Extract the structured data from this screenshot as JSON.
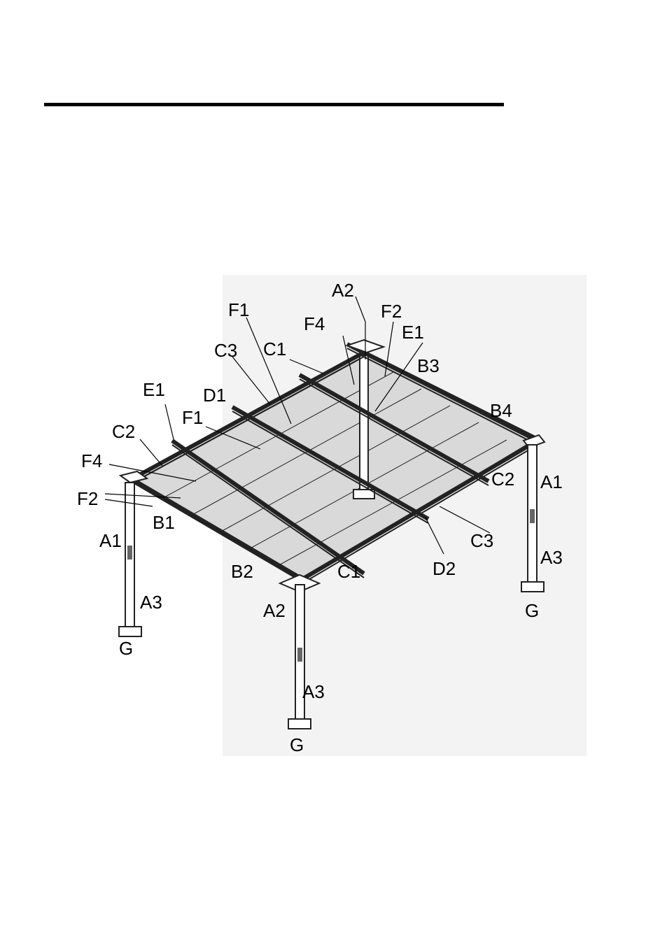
{
  "labels": {
    "a2_top": "A2",
    "f1_top": "F1",
    "f4_top": "F4",
    "f2_top": "F2",
    "e1_right": "E1",
    "c3_top": "C3",
    "c1_top": "C1",
    "b3": "B3",
    "d1": "D1",
    "e1_left": "E1",
    "b4": "B4",
    "f1_mid": "F1",
    "c2_left": "C2",
    "f4_left": "F4",
    "c2_right": "C2",
    "a1_right": "A1",
    "f2_left": "F2",
    "b1": "B1",
    "c3_right": "C3",
    "a1_left": "A1",
    "a3_right": "A3",
    "b2": "B2",
    "c1_front": "C1",
    "d2": "D2",
    "a3_left": "A3",
    "a2_front": "A2",
    "g_right": "G",
    "g_left": "G",
    "a3_front": "A3",
    "g_front": "G"
  },
  "colors": {
    "ink": "#000000",
    "frame": "#222222",
    "diagram_background": "#f3f3f3",
    "roof_fill": "#d9d9d9"
  }
}
